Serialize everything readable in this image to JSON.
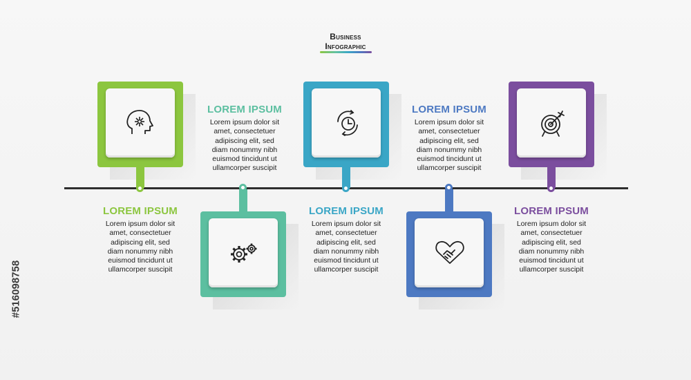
{
  "title": {
    "line1": "Business",
    "line2": "Infographic"
  },
  "colors": {
    "step1": "#8cc63f",
    "step2": "#5cbfa0",
    "step3": "#3aa6c6",
    "step4": "#4d79c2",
    "step5": "#7b4e9e",
    "line": "#2d2d2d"
  },
  "steps": [
    {
      "icon": "head-idea-icon",
      "heading": "LOREM IPSUM",
      "lines": [
        "Lorem ipsum dolor sit",
        "amet, consectetuer",
        "adipiscing elit, sed",
        "diam nonummy nibh",
        "euismod tincidunt ut",
        "ullamcorper suscipit"
      ]
    },
    {
      "icon": "gears-icon",
      "heading": "LOREM IPSUM",
      "lines": [
        "Lorem ipsum dolor sit",
        "amet, consectetuer",
        "adipiscing elit, sed",
        "diam nonummy nibh",
        "euismod tincidunt ut",
        "ullamcorper suscipit"
      ]
    },
    {
      "icon": "clock-refresh-icon",
      "heading": "LOREM IPSUM",
      "lines": [
        "Lorem ipsum dolor sit",
        "amet, consectetuer",
        "adipiscing elit, sed",
        "diam nonummy nibh",
        "euismod tincidunt ut",
        "ullamcorper suscipit"
      ]
    },
    {
      "icon": "handshake-heart-icon",
      "heading": "LOREM IPSUM",
      "lines": [
        "Lorem ipsum dolor sit",
        "amet, consectetuer",
        "adipiscing elit, sed",
        "diam nonummy nibh",
        "euismod tincidunt ut",
        "ullamcorper suscipit"
      ]
    },
    {
      "icon": "target-icon",
      "heading": "LOREM IPSUM",
      "lines": [
        "Lorem ipsum dolor sit",
        "amet, consectetuer",
        "adipiscing elit, sed",
        "diam nonummy nibh",
        "euismod tincidunt ut",
        "ullamcorper suscipit"
      ]
    }
  ],
  "stock_id": "#516098758"
}
